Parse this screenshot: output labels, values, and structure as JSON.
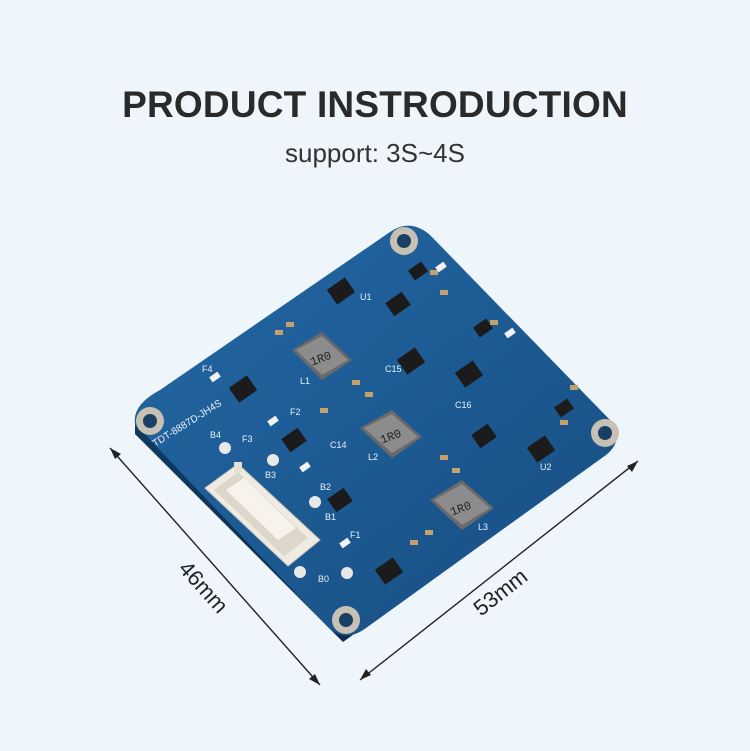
{
  "header": {
    "title": "PRODUCT INSTRODUCTION",
    "subtitle": "support: 3S~4S"
  },
  "dimensions": {
    "width_label": "46mm",
    "length_label": "53mm"
  },
  "board": {
    "model_label": "TDT-8887D-JH4S",
    "inductor_marks": [
      "1R0",
      "1R0",
      "1R0"
    ],
    "silkscreen": [
      "B4",
      "B3",
      "B2",
      "B1",
      "B0",
      "F4",
      "F3",
      "F2",
      "F1",
      "L1",
      "L2",
      "L3",
      "C14",
      "C15",
      "C16",
      "U1",
      "U2"
    ]
  },
  "colors": {
    "background": "#eef5fb",
    "pcb": "#1f5f99",
    "connector": "#efeae2"
  }
}
